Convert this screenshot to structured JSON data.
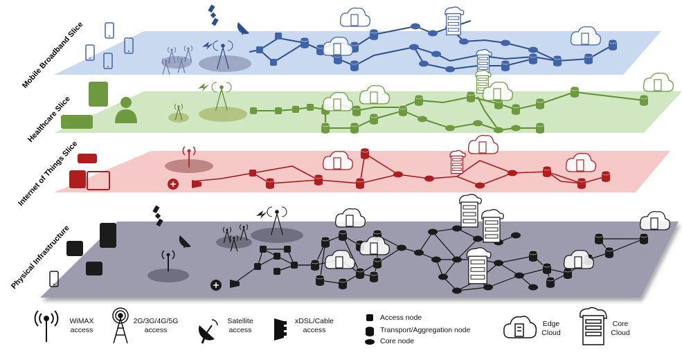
{
  "slices": [
    {
      "id": "mbb",
      "label": "Mobile Broadband Slice",
      "plane_color": "#c6d7ee",
      "node_color": "#3f64a8",
      "line_color": "#2c4f8f",
      "antenna_color": "#6f7f9f"
    },
    {
      "id": "hc",
      "label": "Healthcare Slice",
      "plane_color": "#cfe6bf",
      "node_color": "#6e9a3f",
      "line_color": "#5f8f33",
      "antenna_color": "#6b7c45"
    },
    {
      "id": "iot",
      "label": "Internet of Things Slice",
      "plane_color": "#f6c6c6",
      "node_color": "#b01d1d",
      "line_color": "#a61818",
      "antenna_color": "#b53030"
    },
    {
      "id": "phy",
      "label": "Physical Infrastructure",
      "plane_color": "#9c9cae",
      "node_color": "#1b1b1b",
      "line_color": "#111111",
      "antenna_color": "#111111"
    }
  ],
  "legend": {
    "wimax": "WiMAX access",
    "cellular": "2G/3G/4G/5G access",
    "satellite": "Satellite access",
    "xdsl": "xDSL/Cable access",
    "access_node": "Access node",
    "transport_node": "Transport/Aggregation node",
    "core_node": "Core node",
    "edge_cloud": "Edge Cloud",
    "core_cloud": "Core Cloud"
  }
}
